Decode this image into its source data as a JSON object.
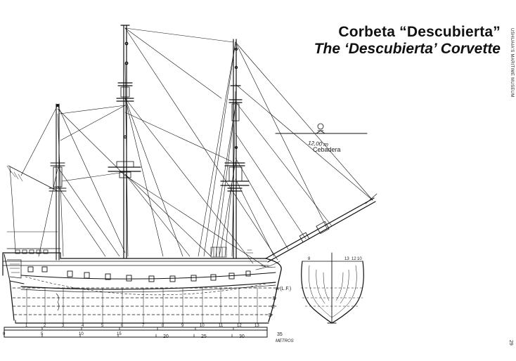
{
  "header": {
    "title_es": "Corbeta “Descubierta”",
    "title_en": "The ‘Descubierta’ Corvette"
  },
  "side_credit": "USHUAIA'S MARITIME MUSEUM",
  "page_number": "29",
  "cebadera": {
    "dimension": "12,00 m",
    "label": "Cebadera"
  },
  "waterlines": [
    "A (L.F.)",
    "B",
    "C",
    "D"
  ],
  "section_stations": [
    "13",
    "12",
    "10",
    "8"
  ],
  "station_numbers": [
    "1",
    "2",
    "3",
    "4",
    "5",
    "6",
    "7",
    "8",
    "9",
    "10",
    "11",
    "12",
    "13"
  ],
  "scale_bar": {
    "ticks": [
      "0",
      "5",
      "10",
      "15",
      "20",
      "25",
      "30",
      "35"
    ],
    "unit": "METROS"
  }
}
